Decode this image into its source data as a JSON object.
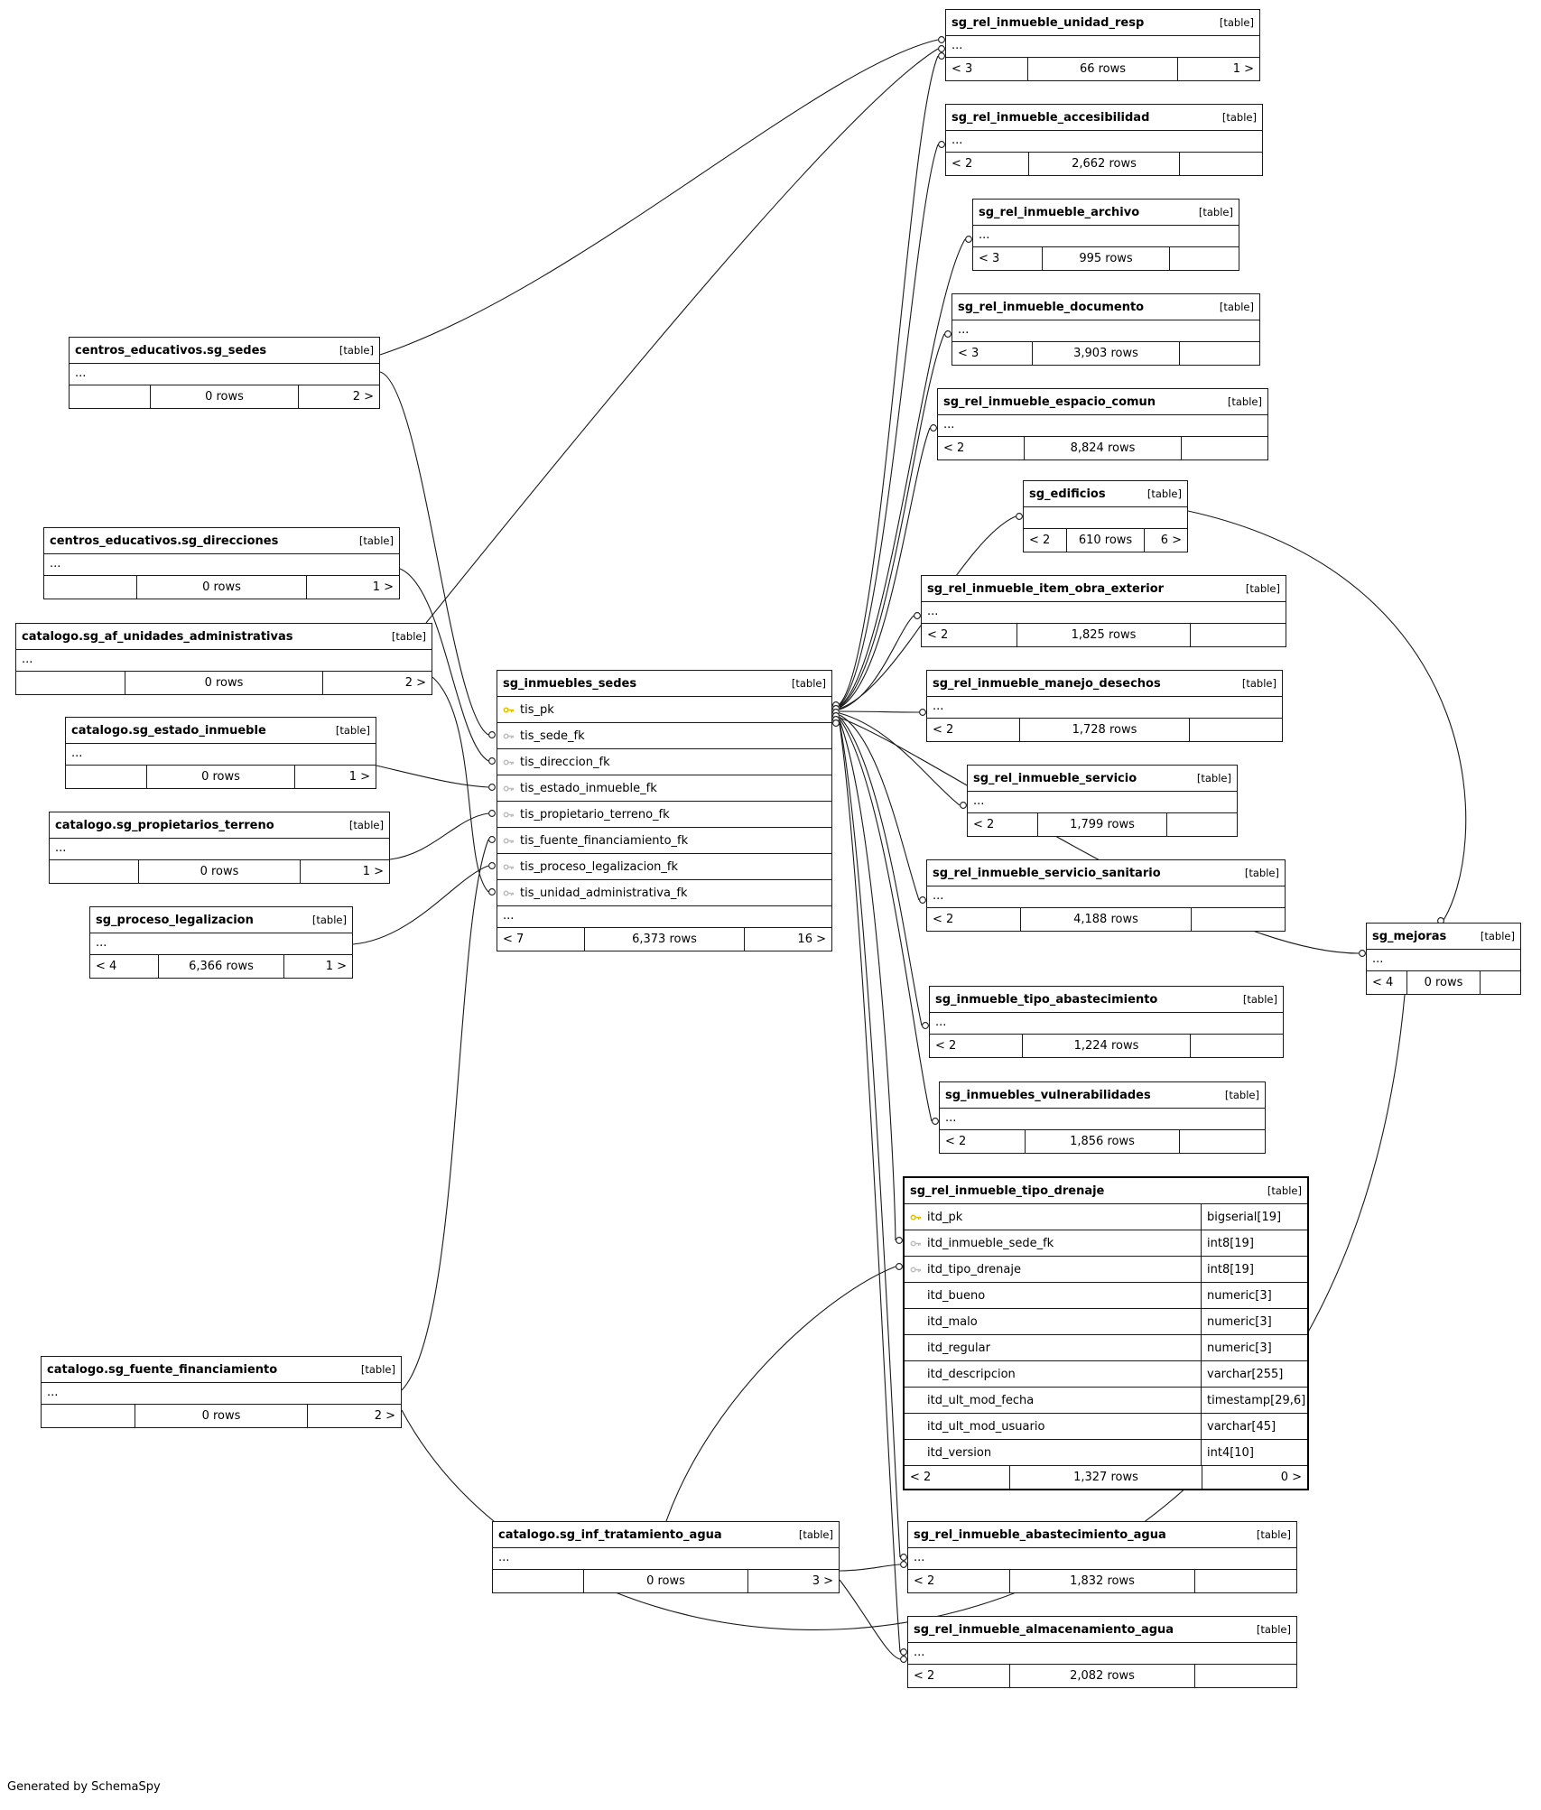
{
  "diagram": {
    "footer_note": "Generated by SchemaSpy",
    "table_tag": "[table]"
  },
  "tables": [
    {
      "id": "sg_rel_inmueble_unidad_resp",
      "name": "sg_rel_inmueble_unidad_resp",
      "dots": "...",
      "footer": [
        "< 3",
        "66 rows",
        "1 >"
      ]
    },
    {
      "id": "sg_rel_inmueble_accesibilidad",
      "name": "sg_rel_inmueble_accesibilidad",
      "dots": "...",
      "footer": [
        "< 2",
        "2,662 rows",
        ""
      ]
    },
    {
      "id": "sg_rel_inmueble_archivo",
      "name": "sg_rel_inmueble_archivo",
      "dots": "...",
      "footer": [
        "< 3",
        "995 rows",
        ""
      ]
    },
    {
      "id": "sg_rel_inmueble_documento",
      "name": "sg_rel_inmueble_documento",
      "dots": "...",
      "footer": [
        "< 3",
        "3,903 rows",
        ""
      ]
    },
    {
      "id": "sg_rel_inmueble_espacio_comun",
      "name": "sg_rel_inmueble_espacio_comun",
      "dots": "...",
      "footer": [
        "< 2",
        "8,824 rows",
        ""
      ]
    },
    {
      "id": "sg_edificios",
      "name": "sg_edificios",
      "dots": "",
      "footer": [
        "< 2",
        "610 rows",
        "6 >"
      ]
    },
    {
      "id": "sg_rel_inmueble_item_obra_exterior",
      "name": "sg_rel_inmueble_item_obra_exterior",
      "dots": "...",
      "footer": [
        "< 2",
        "1,825 rows",
        ""
      ]
    },
    {
      "id": "sg_rel_inmueble_manejo_desechos",
      "name": "sg_rel_inmueble_manejo_desechos",
      "dots": "...",
      "footer": [
        "< 2",
        "1,728 rows",
        ""
      ]
    },
    {
      "id": "sg_rel_inmueble_servicio",
      "name": "sg_rel_inmueble_servicio",
      "dots": "...",
      "footer": [
        "< 2",
        "1,799 rows",
        ""
      ]
    },
    {
      "id": "sg_rel_inmueble_servicio_sanitario",
      "name": "sg_rel_inmueble_servicio_sanitario",
      "dots": "...",
      "footer": [
        "< 2",
        "4,188 rows",
        ""
      ]
    },
    {
      "id": "sg_mejoras",
      "name": "sg_mejoras",
      "dots": "...",
      "footer": [
        "< 4",
        "0 rows",
        ""
      ]
    },
    {
      "id": "sg_inmueble_tipo_abastecimiento",
      "name": "sg_inmueble_tipo_abastecimiento",
      "dots": "...",
      "footer": [
        "< 2",
        "1,224 rows",
        ""
      ]
    },
    {
      "id": "sg_inmuebles_vulnerabilidades",
      "name": "sg_inmuebles_vulnerabilidades",
      "dots": "...",
      "footer": [
        "< 2",
        "1,856 rows",
        ""
      ]
    },
    {
      "id": "sg_rel_inmueble_tipo_drenaje",
      "name": "sg_rel_inmueble_tipo_drenaje",
      "emphasized": true,
      "fields": [
        {
          "key": "pk",
          "name": "itd_pk",
          "type": "bigserial[19]"
        },
        {
          "key": "fk",
          "name": "itd_inmueble_sede_fk",
          "type": "int8[19]"
        },
        {
          "key": "fk",
          "name": "itd_tipo_drenaje",
          "type": "int8[19]"
        },
        {
          "name": "itd_bueno",
          "type": "numeric[3]"
        },
        {
          "name": "itd_malo",
          "type": "numeric[3]"
        },
        {
          "name": "itd_regular",
          "type": "numeric[3]"
        },
        {
          "name": "itd_descripcion",
          "type": "varchar[255]"
        },
        {
          "name": "itd_ult_mod_fecha",
          "type": "timestamp[29,6]"
        },
        {
          "name": "itd_ult_mod_usuario",
          "type": "varchar[45]"
        },
        {
          "name": "itd_version",
          "type": "int4[10]"
        }
      ],
      "footer": [
        "< 2",
        "1,327 rows",
        "0 >"
      ]
    },
    {
      "id": "sg_rel_inmueble_abastecimiento_agua",
      "name": "sg_rel_inmueble_abastecimiento_agua",
      "dots": "...",
      "footer": [
        "< 2",
        "1,832 rows",
        ""
      ]
    },
    {
      "id": "sg_rel_inmueble_almacenamiento_agua",
      "name": "sg_rel_inmueble_almacenamiento_agua",
      "dots": "...",
      "footer": [
        "< 2",
        "2,082 rows",
        ""
      ]
    },
    {
      "id": "centros_educativos.sg_sedes",
      "name": "centros_educativos.sg_sedes",
      "dots": "...",
      "footer": [
        "",
        "0 rows",
        "2 >"
      ]
    },
    {
      "id": "centros_educativos.sg_direcciones",
      "name": "centros_educativos.sg_direcciones",
      "dots": "...",
      "footer": [
        "",
        "0 rows",
        "1 >"
      ]
    },
    {
      "id": "catalogo.sg_af_unidades_administrativas",
      "name": "catalogo.sg_af_unidades_administrativas",
      "dots": "...",
      "footer": [
        "",
        "0 rows",
        "2 >"
      ]
    },
    {
      "id": "catalogo.sg_estado_inmueble",
      "name": "catalogo.sg_estado_inmueble",
      "dots": "...",
      "footer": [
        "",
        "0 rows",
        "1 >"
      ]
    },
    {
      "id": "catalogo.sg_propietarios_terreno",
      "name": "catalogo.sg_propietarios_terreno",
      "dots": "...",
      "footer": [
        "",
        "0 rows",
        "1 >"
      ]
    },
    {
      "id": "sg_proceso_legalizacion",
      "name": "sg_proceso_legalizacion",
      "dots": "...",
      "footer": [
        "< 4",
        "6,366 rows",
        "1 >"
      ]
    },
    {
      "id": "catalogo.sg_fuente_financiamiento",
      "name": "catalogo.sg_fuente_financiamiento",
      "dots": "...",
      "footer": [
        "",
        "0 rows",
        "2 >"
      ]
    },
    {
      "id": "catalogo.sg_inf_tratamiento_agua",
      "name": "catalogo.sg_inf_tratamiento_agua",
      "dots": "...",
      "footer": [
        "",
        "0 rows",
        "3 >"
      ]
    },
    {
      "id": "sg_inmuebles_sedes",
      "name": "sg_inmuebles_sedes",
      "fields": [
        {
          "key": "pk",
          "name": "tis_pk"
        },
        {
          "key": "fk",
          "name": "tis_sede_fk"
        },
        {
          "key": "fk",
          "name": "tis_direccion_fk"
        },
        {
          "key": "fk",
          "name": "tis_estado_inmueble_fk"
        },
        {
          "key": "fk",
          "name": "tis_propietario_terreno_fk"
        },
        {
          "key": "fk",
          "name": "tis_fuente_financiamiento_fk"
        },
        {
          "key": "fk",
          "name": "tis_proceso_legalizacion_fk"
        },
        {
          "key": "fk",
          "name": "tis_unidad_administrativa_fk"
        }
      ],
      "dots": "...",
      "footer": [
        "< 7",
        "6,373 rows",
        "16 >"
      ]
    }
  ]
}
